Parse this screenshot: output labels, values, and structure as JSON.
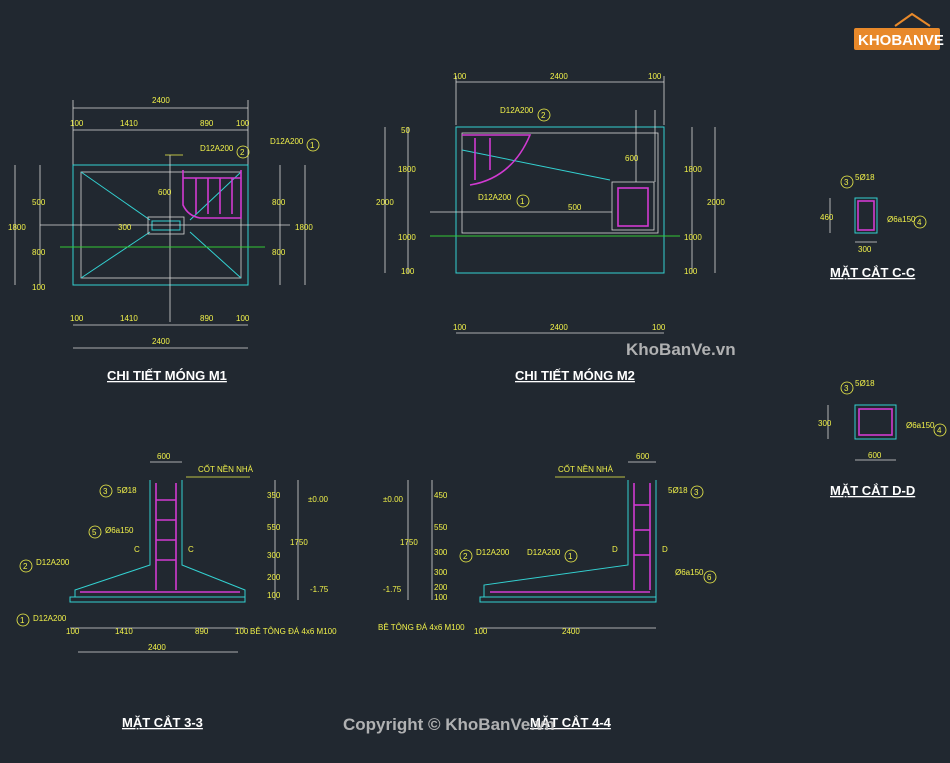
{
  "logo": {
    "text_a": "KHO",
    "text_b": "BANVE"
  },
  "watermark": {
    "site": "KhoBanVe.vn",
    "copyright": "Copyright © KhoBanVe.vn"
  },
  "m1": {
    "title": "CHI TIẾT MÓNG M1",
    "dim_total": "2400",
    "dim_a": "100",
    "dim_b": "1410",
    "dim_c": "890",
    "dim_d": "100",
    "dim_left_total": "1800",
    "dim_left_a": "500",
    "dim_left_b": "800",
    "dim_left_c": "100",
    "dim_right_total": "1800",
    "dim_right_a": "800",
    "dim_right_b": "800",
    "dim_col": "600",
    "dim_col_v": "300",
    "rebar1": "D12A200",
    "rebar2": "D12A200",
    "tag1": "1",
    "tag2": "2"
  },
  "m2": {
    "title": "CHI TIẾT MÓNG M2",
    "dim_top": "2400",
    "dim_top_a": "100",
    "dim_top_b": "100",
    "dim_bot": "2400",
    "dim_bot_a": "100",
    "dim_bot_b": "100",
    "dim_left_total": "2000",
    "dim_left_a": "50",
    "dim_left_b": "1800",
    "dim_left_c": "1000",
    "dim_left_d": "100",
    "dim_right_total": "2000",
    "dim_right_a": "1800",
    "dim_right_b": "1000",
    "dim_right_c": "100",
    "dim_col": "600",
    "dim_mid": "500",
    "rebar1": "D12A200",
    "rebar2": "D12A200",
    "tag1": "1",
    "tag2": "2"
  },
  "cc": {
    "title": "MẶT CẮT C-C",
    "rebar_main": "5Ø18",
    "stirrup": "Ø6a150",
    "w": "300",
    "h": "460",
    "tag3": "3",
    "tag4": "4"
  },
  "dd": {
    "title": "MẶT CẮT D-D",
    "rebar_main": "5Ø18",
    "stirrup": "Ø6a150",
    "w": "600",
    "h": "300",
    "tag3": "3",
    "tag4": "4"
  },
  "s33": {
    "title": "MẶT CẮT 3-3",
    "floor": "CỐT NỀN NHÀ",
    "col_w": "600",
    "rebar_main": "5Ø18",
    "stirrup": "Ø6a150",
    "rebar_a": "D12A200",
    "rebar_b": "D12A200",
    "level_top": "±0.00",
    "level_bot": "-1.75",
    "h_total": "1750",
    "h1": "350",
    "h2": "550",
    "h3": "300",
    "h4": "200",
    "h5": "100",
    "base_note": "BÊ TÔNG ĐÁ 4x6 M100",
    "dim_total": "2400",
    "dim_a": "100",
    "dim_b": "1410",
    "dim_c": "890",
    "dim_d": "100",
    "cut_l": "C",
    "cut_r": "C",
    "tag1": "1",
    "tag2": "2",
    "tag3": "3",
    "tag5": "5"
  },
  "s44": {
    "title": "MẶT CẮT 4-4",
    "floor": "CỐT NỀN NHÀ",
    "col_w": "600",
    "rebar_main": "5Ø18",
    "stirrup": "Ø6a150",
    "rebar_a": "D12A200",
    "rebar_b": "D12A200",
    "level_top": "±0.00",
    "level_bot": "-1.75",
    "h_total": "1750",
    "h1": "450",
    "h2": "550",
    "h3": "300",
    "h4": "300",
    "h5": "200",
    "h6": "100",
    "base_note": "BÊ TÔNG ĐÁ 4x6 M100",
    "dim_total": "2400",
    "dim_a": "100",
    "cut_l": "D",
    "cut_r": "D",
    "tag1": "1",
    "tag2": "2",
    "tag3": "3",
    "tag6": "6"
  }
}
